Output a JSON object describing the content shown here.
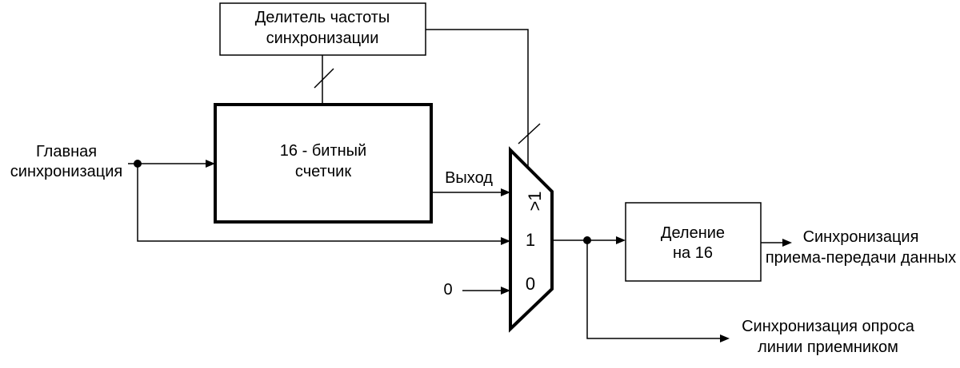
{
  "blocks": {
    "divider": {
      "line1": "Делитель частоты",
      "line2": "синхронизации"
    },
    "counter": {
      "line1": "16 - битный",
      "line2": "счетчик"
    },
    "divide16": {
      "line1": "Деление",
      "line2": "на 16"
    }
  },
  "inputs": {
    "main_clock": {
      "line1": "Главная",
      "line2": "синхронизация"
    },
    "zero": "0"
  },
  "signals": {
    "counter_output": "Выход"
  },
  "mux": {
    "in_gt1": ">1",
    "in_1": "1",
    "in_0": "0"
  },
  "outputs": {
    "data_clock": {
      "line1": "Синхронизация",
      "line2": "приема-передачи данных"
    },
    "receiver_clock": {
      "line1": "Синхронизация опроса",
      "line2": "линии приемником"
    }
  }
}
